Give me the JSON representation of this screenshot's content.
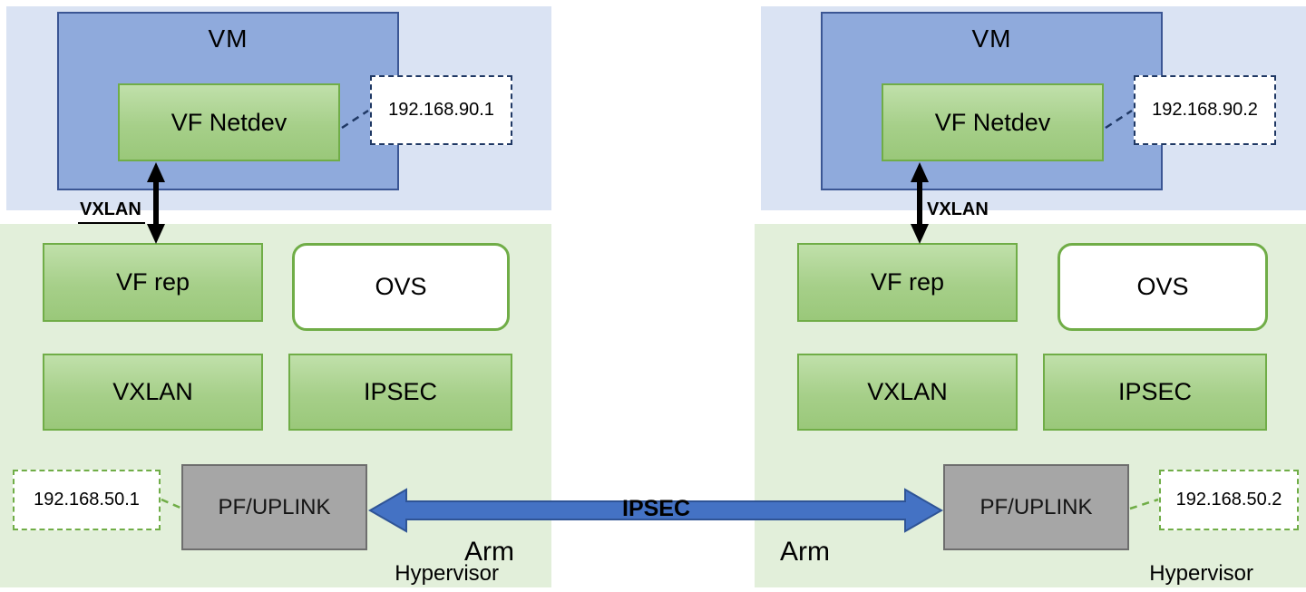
{
  "colors": {
    "hypervisor_bg": "#dae3f3",
    "vm_fill": "#8faadc",
    "vm_border": "#3b5694",
    "green_fill": "#a9d18e",
    "green_border": "#70ad47",
    "arm_bg": "#e2efda",
    "gray_fill": "#a6a6a6",
    "ipsec_arrow_fill": "#4472c4",
    "dashed_navy": "#1f3864",
    "dashed_green": "#70ad47",
    "vxlan_arrow": "#000000"
  },
  "hosts": [
    {
      "vm_label": "VM",
      "vf_netdev_label": "VF Netdev",
      "vm_ip": "192.168.90.1",
      "hypervisor_label": "Hypervisor",
      "vxlan_link_label": "VXLAN",
      "vf_rep_label": "VF rep",
      "ovs_label": "OVS",
      "vxlan_label": "VXLAN",
      "ipsec_label": "IPSEC",
      "pf_uplink_label": "PF/UPLINK",
      "uplink_ip": "192.168.50.1",
      "arm_label": "Arm"
    },
    {
      "vm_label": "VM",
      "vf_netdev_label": "VF Netdev",
      "vm_ip": "192.168.90.2",
      "hypervisor_label": "Hypervisor",
      "vxlan_link_label": "VXLAN",
      "vf_rep_label": "VF rep",
      "ovs_label": "OVS",
      "vxlan_label": "VXLAN",
      "ipsec_label": "IPSEC",
      "pf_uplink_label": "PF/UPLINK",
      "uplink_ip": "192.168.50.2",
      "arm_label": "Arm"
    }
  ],
  "link": {
    "ipsec_label": "IPSEC"
  }
}
